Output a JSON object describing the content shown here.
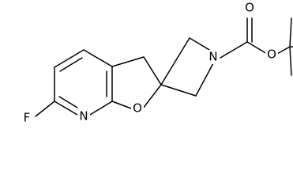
{
  "molecule": {
    "atoms": {
      "fluorine": "F",
      "pyridine_nitrogen": "N",
      "furan_oxygen": "O",
      "azetidine_nitrogen": "N",
      "carbonyl_oxygen": "O",
      "ester_oxygen": "O"
    }
  }
}
